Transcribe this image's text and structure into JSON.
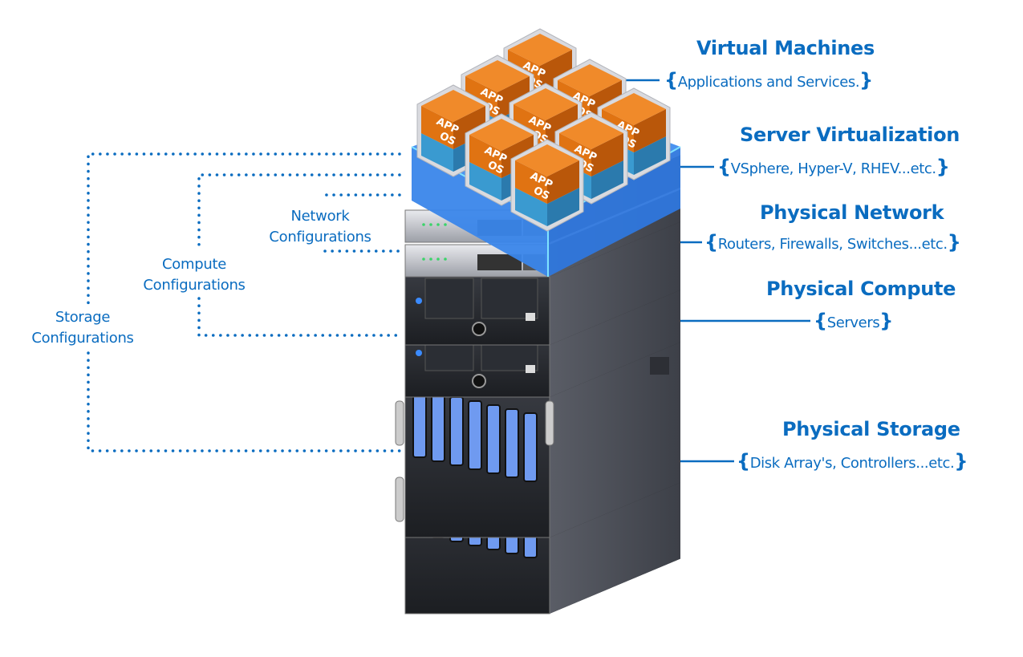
{
  "colors": {
    "text": "#0a6cc0",
    "connector": "#0a6cc0",
    "virtualization_slab": "#3b86ea",
    "vm_app": "#e07312",
    "vm_os": "#3a9ad0",
    "disk": "#6f9af0"
  },
  "vm_cube": {
    "app_label": "APP",
    "os_label": "OS",
    "count": 9
  },
  "layers": [
    {
      "title": "Virtual Machines",
      "detail": "Applications and Services."
    },
    {
      "title": "Server Virtualization",
      "detail": "VSphere, Hyper-V, RHEV...etc."
    },
    {
      "title": "Physical Network",
      "detail": "Routers, Firewalls, Switches...etc."
    },
    {
      "title": "Physical Compute",
      "detail": "Servers"
    },
    {
      "title": "Physical Storage",
      "detail": "Disk Array's, Controllers...etc."
    }
  ],
  "configurations": [
    {
      "line1": "Network",
      "line2": "Configurations"
    },
    {
      "line1": "Compute",
      "line2": "Configurations"
    },
    {
      "line1": "Storage",
      "line2": "Configurations"
    }
  ],
  "brace_open": "{",
  "brace_close": "}"
}
